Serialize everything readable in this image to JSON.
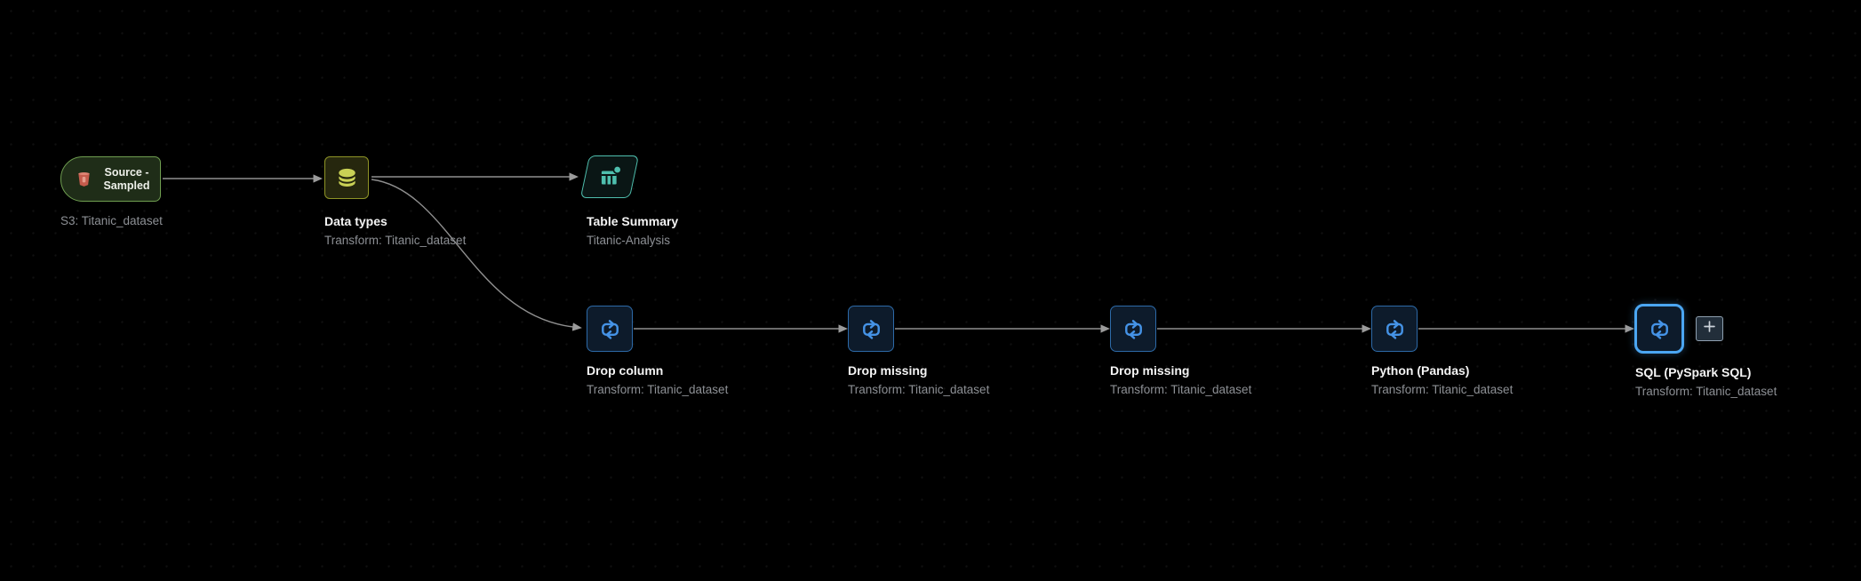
{
  "canvas": {
    "background": "#000000",
    "grid_dot_color": "#101010",
    "edge_color": "#8f8f8f"
  },
  "nodes": [
    {
      "id": "source-sampled",
      "type": "source",
      "title_line1": "Source -",
      "title_line2": "Sampled",
      "subtitle": "S3: Titanic_dataset",
      "icon": "s3-icon",
      "accent": "#6f9e50",
      "fill": "#1f2d18",
      "selected": false
    },
    {
      "id": "data-types",
      "type": "transform",
      "title": "Data types",
      "subtitle": "Transform: Titanic_dataset",
      "icon": "database-icon",
      "accent": "#8e9426",
      "fill": "#26270e",
      "selected": false
    },
    {
      "id": "table-summary",
      "type": "analysis",
      "title": "Table Summary",
      "subtitle": "Titanic-Analysis",
      "icon": "table-chart-icon",
      "accent": "#4fbfae",
      "fill": "#0a1615",
      "selected": false
    },
    {
      "id": "drop-column",
      "type": "transform",
      "title": "Drop column",
      "subtitle": "Transform: Titanic_dataset",
      "icon": "transform-loop-icon",
      "accent": "#2d6aa8",
      "fill": "#0d1b2b",
      "selected": false
    },
    {
      "id": "drop-missing-1",
      "type": "transform",
      "title": "Drop missing",
      "subtitle": "Transform: Titanic_dataset",
      "icon": "transform-loop-icon",
      "accent": "#2d6aa8",
      "fill": "#0d1b2b",
      "selected": false
    },
    {
      "id": "drop-missing-2",
      "type": "transform",
      "title": "Drop missing",
      "subtitle": "Transform: Titanic_dataset",
      "icon": "transform-loop-icon",
      "accent": "#2d6aa8",
      "fill": "#0d1b2b",
      "selected": false
    },
    {
      "id": "python-pandas",
      "type": "transform",
      "title": "Python (Pandas)",
      "subtitle": "Transform: Titanic_dataset",
      "icon": "transform-loop-icon",
      "accent": "#2d6aa8",
      "fill": "#0d1b2b",
      "selected": false
    },
    {
      "id": "sql-pyspark",
      "type": "transform",
      "title": "SQL (PySpark SQL)",
      "subtitle": "Transform: Titanic_dataset",
      "icon": "transform-loop-icon",
      "accent": "#4ba6f2",
      "fill": "#0d1b2b",
      "selected": true
    }
  ],
  "edges": [
    {
      "from": "source-sampled",
      "to": "data-types"
    },
    {
      "from": "data-types",
      "to": "table-summary"
    },
    {
      "from": "data-types",
      "to": "drop-column"
    },
    {
      "from": "drop-column",
      "to": "drop-missing-1"
    },
    {
      "from": "drop-missing-1",
      "to": "drop-missing-2"
    },
    {
      "from": "drop-missing-2",
      "to": "python-pandas"
    },
    {
      "from": "python-pandas",
      "to": "sql-pyspark"
    }
  ],
  "add_step_button": {
    "label": "+"
  }
}
